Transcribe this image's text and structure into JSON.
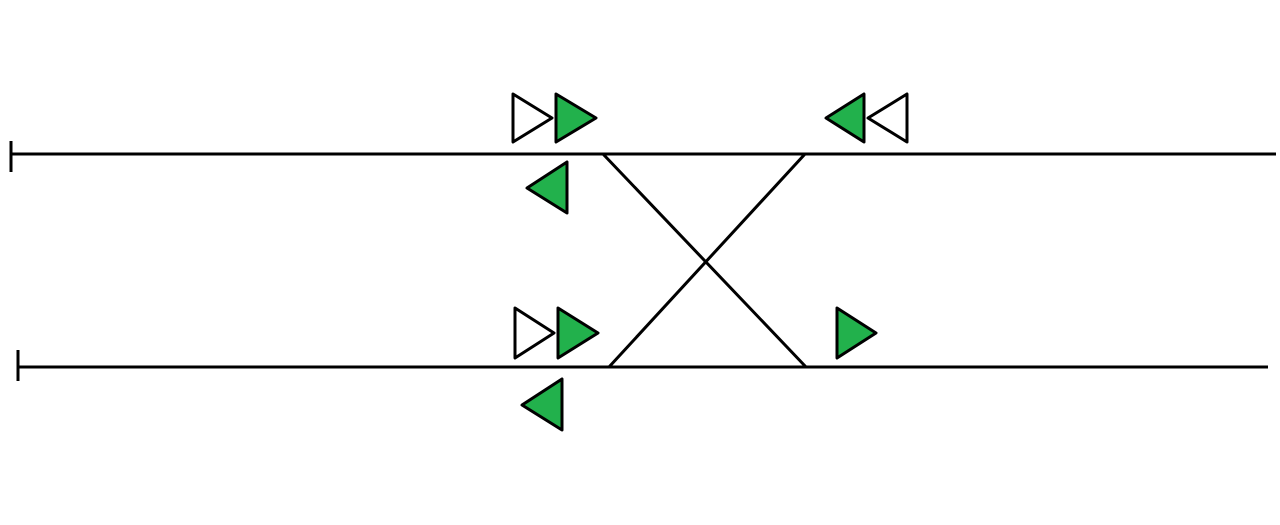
{
  "colors": {
    "signal_green": "#22b14c",
    "signal_empty": "#ffffff",
    "track": "#000000",
    "background": "#ffffff"
  },
  "diagram": {
    "tracks": [
      "upper-track",
      "lower-track"
    ],
    "crossover": "scissors-crossover",
    "signals": [
      {
        "id": "upper-left-outer",
        "direction": "right",
        "lit": false
      },
      {
        "id": "upper-left-inner",
        "direction": "right",
        "lit": true
      },
      {
        "id": "upper-right-inner",
        "direction": "left",
        "lit": true
      },
      {
        "id": "upper-right-outer",
        "direction": "left",
        "lit": false
      },
      {
        "id": "upper-below-left",
        "direction": "left",
        "lit": true
      },
      {
        "id": "lower-left-outer",
        "direction": "right",
        "lit": false
      },
      {
        "id": "lower-left-inner",
        "direction": "right",
        "lit": true
      },
      {
        "id": "lower-right",
        "direction": "right",
        "lit": true
      },
      {
        "id": "lower-below-left",
        "direction": "left",
        "lit": true
      }
    ]
  }
}
